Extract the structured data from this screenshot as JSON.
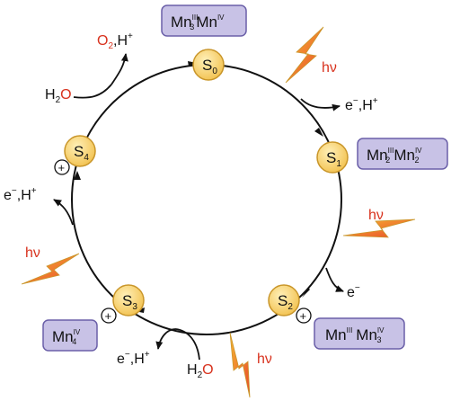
{
  "diagram": {
    "states": [
      {
        "id": "S0",
        "letter": "S",
        "sub": "0",
        "charge": ""
      },
      {
        "id": "S1",
        "letter": "S",
        "sub": "1",
        "charge": ""
      },
      {
        "id": "S2",
        "letter": "S",
        "sub": "2",
        "charge": "+"
      },
      {
        "id": "S3",
        "letter": "S",
        "sub": "3",
        "charge": "+"
      },
      {
        "id": "S4",
        "letter": "S",
        "sub": "4",
        "charge": "+"
      }
    ],
    "oxidation_boxes": {
      "s0": {
        "mn1": "Mn",
        "sub1": "3",
        "sup1": "III",
        "mn2": "Mn",
        "sub2": "",
        "sup2": "IV"
      },
      "s1": {
        "mn1": "Mn",
        "sub1": "2",
        "sup1": "III",
        "mn2": "Mn",
        "sub2": "2",
        "sup2": "IV"
      },
      "s2": {
        "mn1": "Mn",
        "sub1": "",
        "sup1": "III",
        "mn2": "Mn",
        "sub2": "3",
        "sup2": "IV"
      },
      "s3": {
        "mn1": "Mn",
        "sub1": "4",
        "sup1": "IV",
        "mn2": "",
        "sub2": "",
        "sup2": ""
      }
    },
    "light_label": "hν",
    "products": {
      "o2": "O",
      "o2_sub": "2",
      "o2_rest": ",H",
      "o2_sup": "+",
      "e_h": "e",
      "e_minus": "−",
      "e_h_rest": ",H",
      "e_h_sup": "+",
      "e_only": "e",
      "e_only_sup": "−"
    },
    "water": {
      "h": "H",
      "sub": "2",
      "o": "O"
    },
    "colors": {
      "state_fill": "#f7cf62",
      "state_stroke": "#c9962a",
      "box_fill": "#c8c2e6",
      "box_stroke": "#6a5fa8",
      "bolt_red": "#e8482a",
      "bolt_yellow": "#f7b733",
      "accent_red": "#d8321e"
    }
  }
}
